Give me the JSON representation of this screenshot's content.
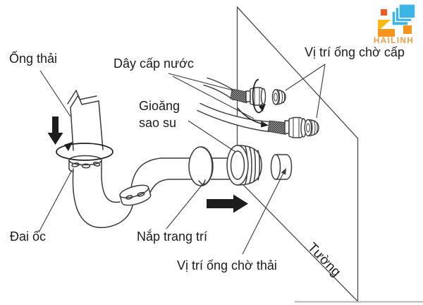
{
  "diagram": {
    "labels": {
      "drain_pipe": "Ống thải",
      "supply_hose": "Dây cấp nước",
      "supply_stub_position": "Vị trí ống chờ cấp",
      "gasket_line1": "Gioăng",
      "gasket_line2": "sao su",
      "nut": "Đai ốc",
      "decorative_cap": "Nắp trang trí",
      "drain_stub_position": "Vị trí ống chờ thải",
      "wall": "Tường"
    },
    "colors": {
      "line": "#3a3a3a",
      "text": "#1c1c1c"
    }
  },
  "logo": {
    "text": "HAILINH",
    "colors": {
      "orange": "#F7941D",
      "orange_dark": "#F15A24",
      "yellow": "#FDB813",
      "blue": "#3CB4E5",
      "wordmark": "#F29B45"
    }
  }
}
